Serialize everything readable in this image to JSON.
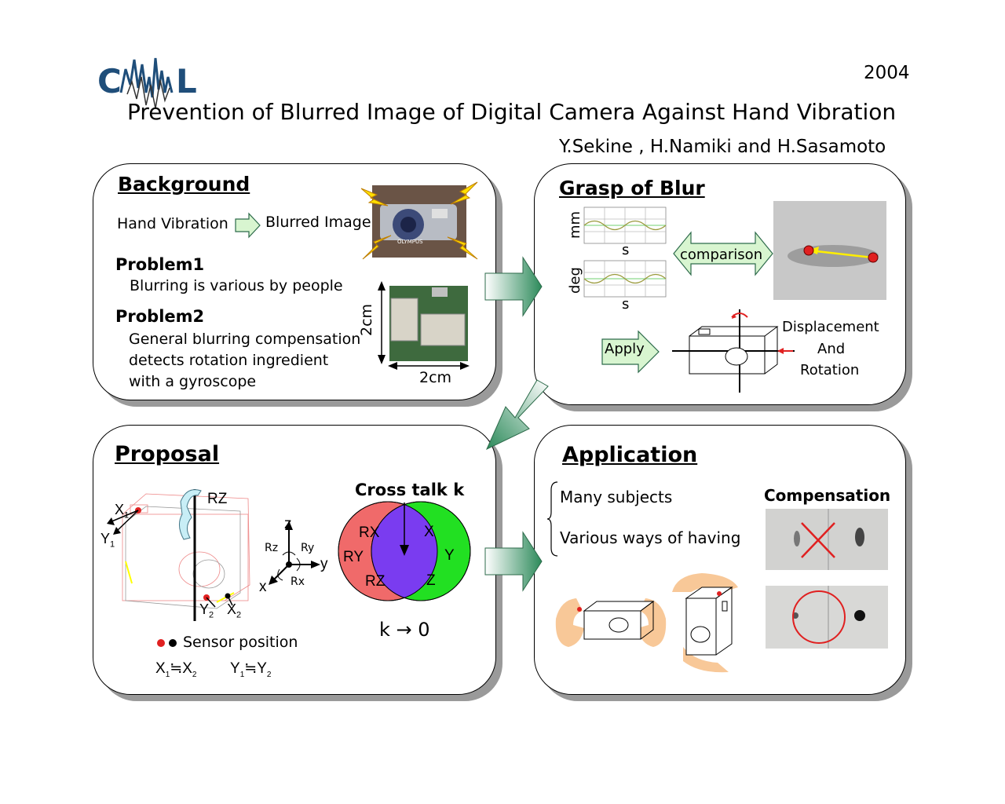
{
  "header": {
    "logo_text": "CAMAL",
    "year": "2004",
    "title": "Prevention of Blurred Image of Digital Camera Against Hand Vibration",
    "authors": "Y.Sekine , H.Namiki and H.Sasamoto"
  },
  "background": {
    "heading": "Background",
    "cause": "Hand Vibration",
    "effect": "Blurred Image",
    "problem1_title": "Problem1",
    "problem1_text": "Blurring is various by people",
    "problem2_title": "Problem2",
    "problem2_lines": [
      "General blurring compensation",
      "detects rotation ingredient",
      "with a gyroscope"
    ],
    "dim_vertical": "2cm",
    "dim_horizontal": "2cm",
    "camera_brand": "OLYMPUS"
  },
  "grasp": {
    "heading": "Grasp of Blur",
    "plot1_ylabel": "mm",
    "plot1_xlabel": "s",
    "plot2_ylabel": "deg",
    "plot2_xlabel": "s",
    "comparison_label": "comparison",
    "apply_label": "Apply",
    "result_lines": [
      "Displacement",
      "And",
      "Rotation"
    ]
  },
  "proposal": {
    "heading": "Proposal",
    "rz_label": "RZ",
    "x1": "X",
    "y1": "Y",
    "x2": "X",
    "y2": "Y",
    "sub1": "1",
    "sub2": "2",
    "axis_z": "z",
    "axis_y": "y",
    "axis_x": "x",
    "rz_small": "Rz",
    "ry_small": "Ry",
    "rx_small": "Rx",
    "cross_talk_title": "Cross talk k",
    "venn_left": [
      "RX",
      "RY",
      "RZ"
    ],
    "venn_right": [
      "X",
      "Y",
      "Z"
    ],
    "limit_text": "k → 0",
    "legend": "Sensor position",
    "approx_sign": "≒",
    "colors": {
      "left_circle": "#f06a6a",
      "right_circle": "#22e022",
      "overlap": "#7a3cf0"
    }
  },
  "application": {
    "heading": "Application",
    "item1": "Many subjects",
    "item2": "Various ways of having",
    "compensation_label": "Compensation"
  }
}
